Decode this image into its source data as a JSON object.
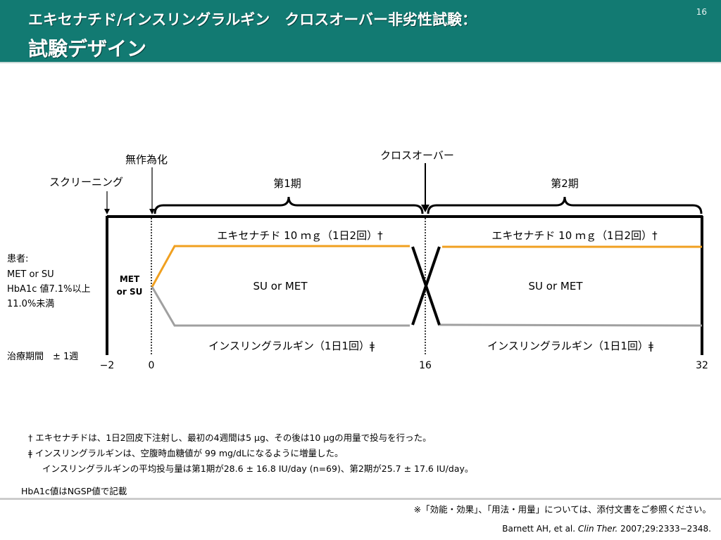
{
  "slide": {
    "number": "16",
    "title_line1": "エキセナチド/インスリングラルギン　クロスオーバー非劣性試験：",
    "title_line2": "試験デザイン"
  },
  "diagram": {
    "labels": {
      "screening": "スクリーニング",
      "randomization": "無作為化",
      "crossover": "クロスオーバー",
      "period1": "第1期",
      "period2": "第2期",
      "exenatide_p1": "エキセナチド 10 ｍｇ（1日2回）†",
      "exenatide_p2": "エキセナチド 10 ｍｇ（1日2回）†",
      "su_met_p1": "SU or MET",
      "su_met_p2": "SU or MET",
      "glargine_p1": "インスリングラルギン（1日1回）ǂ",
      "glargine_p2": "インスリングラルギン（1日1回）ǂ",
      "met_or_su_line1": "MET",
      "met_or_su_line2": "or SU",
      "patients_1": "患者:",
      "patients_2": "MET or SU",
      "patients_3": "HbA1c 値7.1%以上",
      "patients_4": "11.0%未満",
      "duration": "治療期間　± 1週"
    },
    "axis_ticks": [
      "−2",
      "0",
      "16",
      "32"
    ],
    "colors": {
      "exenatide": "#f0a020",
      "glargine": "#a0a0a0",
      "line": "#000000"
    }
  },
  "notes": {
    "dagger": "† エキセナチドは、1日2回皮下注射し、最初の4週間は5 μg、その後は10 μgの用量で投与を行った。",
    "ddagger": "ǂ インスリングラルギンは、空腹時血糖値が 99 mg/dLになるように増量した。",
    "ddagger_2": "インスリングラルギンの平均投与量は第1期が28.6 ± 16.8 IU/day (n=69)、第2期が25.7 ± 17.6 IU/day。",
    "hba1c": "HbA1c値はNGSP値で記載"
  },
  "footer": {
    "disclaimer": "※「効能・効果」、「用法・用量」については、添付文書をご参照ください。",
    "cite_authors": "Barnett AH, et al. ",
    "cite_journal": "Clin Ther.",
    "cite_rest": " 2007;29:2333−2348."
  }
}
